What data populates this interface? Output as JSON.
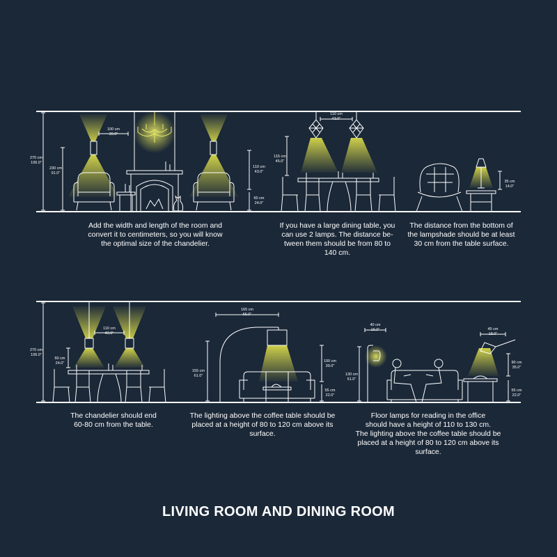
{
  "title": "LIVING ROOM AND DINING ROOM",
  "colors": {
    "background": "#1b2838",
    "line": "#ffffff",
    "light": "#d8d94a"
  },
  "top_row": {
    "living_scene": {
      "room_height": [
        "270 cm",
        "106.0\""
      ],
      "sconce_height": [
        "230 cm",
        "91.0\""
      ],
      "sconce_spacing": [
        "100 cm",
        "39.0\""
      ],
      "lamp_to_table": [
        "110 cm",
        "43.0\""
      ],
      "table_height": [
        "60 cm",
        "24.0\""
      ]
    },
    "dining_scene": {
      "pendant_spacing": [
        "110 cm",
        "43.0\""
      ],
      "pendant_to_table": [
        "115 cm",
        "45.0\""
      ]
    },
    "armchair_scene": {
      "shade_to_surface": [
        "35 cm",
        "14.0\""
      ]
    }
  },
  "bottom_row": {
    "dining_scene": {
      "room_height": [
        "270 cm",
        "106.0\""
      ],
      "pendant_spacing": [
        "110 cm",
        "43.0\""
      ],
      "pendant_to_table": [
        "60 cm",
        "24.0\""
      ]
    },
    "sofa_scene": {
      "arc_reach": [
        "165 cm",
        "65.0\""
      ],
      "arc_height": [
        "155 cm",
        "61.0\""
      ],
      "lamp_above_table": [
        "100 cm",
        "39.0\""
      ],
      "table_height": [
        "55 cm",
        "22.0\""
      ]
    },
    "reading_scene": {
      "floor_lamp_offset": [
        "40 cm",
        "16.0\""
      ],
      "floor_lamp_height": [
        "130 cm",
        "51.0\""
      ],
      "wall_lamp_reach": [
        "45 cm",
        "18.0\""
      ],
      "wall_lamp_above_table": [
        "90 cm",
        "35.0\""
      ],
      "side_table_height": [
        "55 cm",
        "22.0\""
      ]
    }
  },
  "captions": {
    "living": [
      "Add the width and length of the room and",
      "convert it to centimeters, so you will know",
      "the optimal size of the chandelier."
    ],
    "dining_two_lamps": [
      "If you have a large dining table, you",
      "can use 2 lamps. The distance be-",
      "tween them should be from 80 to",
      "140 cm."
    ],
    "lampshade": [
      "The distance from the bottom of",
      "the lampshade should be at least",
      "30 cm from the table surface."
    ],
    "chandelier_end": [
      "The chandelier should end",
      "60-80 cm from the table."
    ],
    "coffee_table": [
      "The lighting above the coffee table should be",
      "placed at a height of 80 to 120 cm above its",
      "surface."
    ],
    "office": [
      "Floor lamps for reading in the office",
      "should have a height of 110 to 130 cm.",
      "The lighting above the coffee table should be",
      "placed at a height of 80 to 120 cm above its",
      "surface."
    ]
  }
}
